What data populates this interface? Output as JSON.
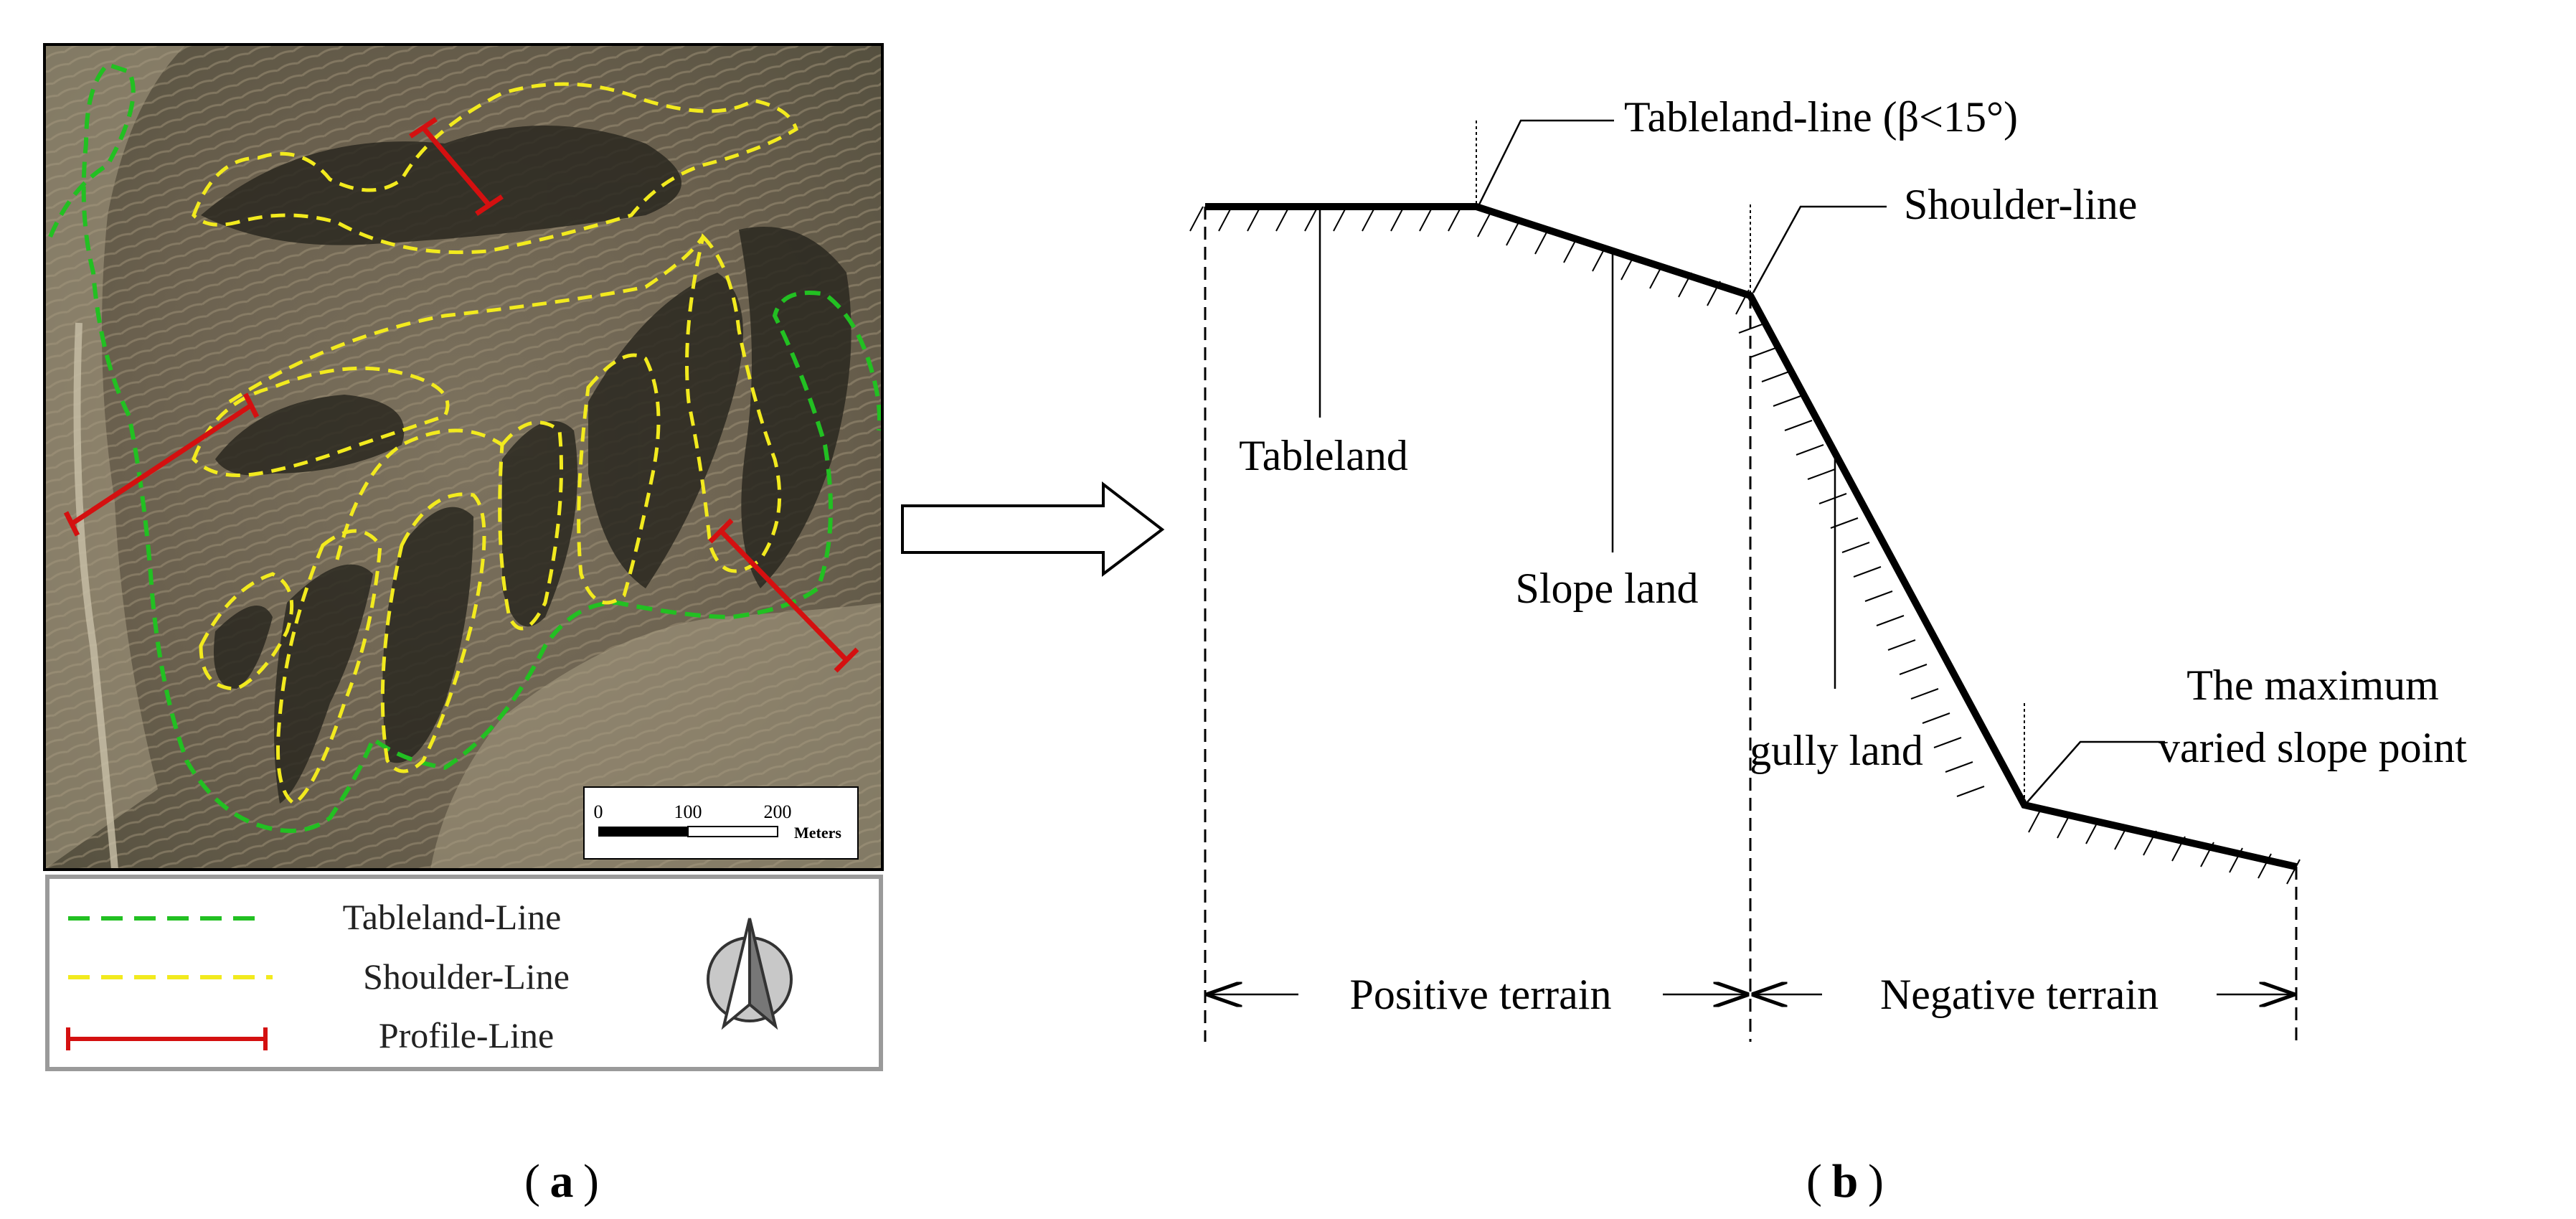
{
  "panel_a": {
    "scale_bar": {
      "ticks": [
        "0",
        "100",
        "200"
      ],
      "unit": "Meters"
    },
    "legend": {
      "items": [
        {
          "label": "Tableland-Line",
          "color": "#22c022",
          "style": "dashed"
        },
        {
          "label": "Shoulder-Line",
          "color": "#f2ea1e",
          "style": "dashed"
        },
        {
          "label": "Profile-Line",
          "color": "#d41010",
          "style": "bar"
        }
      ],
      "north_arrow_icon": "north-arrow-icon"
    },
    "caption_letter": "a"
  },
  "panel_b": {
    "labels": {
      "tableland_line": "Tableland-line (β<15°)",
      "shoulder_line": "Shoulder-line",
      "tableland": "Tableland",
      "slope_land": "Slope land",
      "gully_land": "gully land",
      "max_slope_line1": "The maximum",
      "max_slope_line2": "varied slope point",
      "positive_terrain": "Positive terrain",
      "negative_terrain": "Negative terrain"
    },
    "caption_letter": "b"
  },
  "colors": {
    "tableland_line": "#22c022",
    "shoulder_line": "#f2ea1e",
    "profile_line": "#d41010"
  }
}
